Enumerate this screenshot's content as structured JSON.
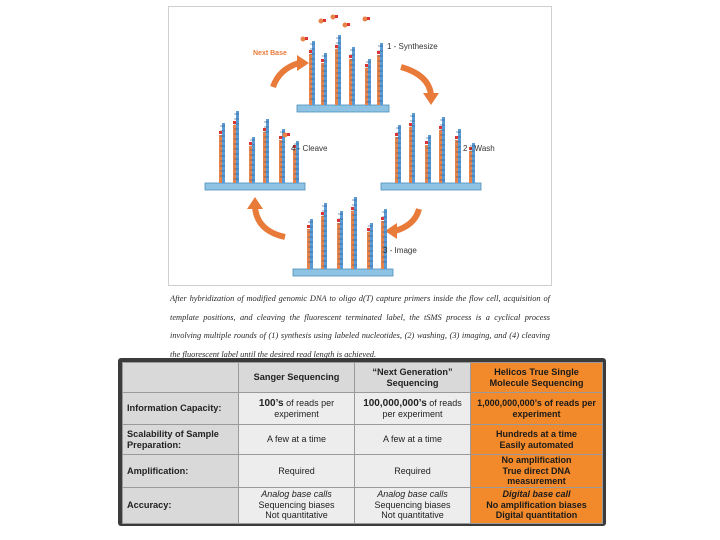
{
  "diagram": {
    "steps": {
      "synthesize": "1 - Synthesize",
      "wash": "2 - Wash",
      "image": "3 - Image",
      "cleave": "4 - Cleave"
    },
    "next_base": "Next Base",
    "colors": {
      "arrow": "#e87a3a",
      "strand_blue": "#5b9bd5",
      "strand_orange": "#e8834a",
      "flowcell": "#8fc3e3"
    }
  },
  "caption": "After hybridization of modified genomic DNA to oligo d(T) capture primers inside the flow cell, acquisition of template positions, and cleaving the fluorescent terminated label, the tSMS process is a cyclical process involving multiple rounds of (1) synthesis using labeled nucleotides, (2) washing, (3) imaging, and (4) cleaving the fluorescent label until the desired read length is achieved.",
  "table": {
    "headers": [
      "Sanger Sequencing",
      "“Next Generation” Sequencing",
      "Helicos True Single Molecule Sequencing"
    ],
    "rows": [
      {
        "label": "Information Capacity:",
        "sanger": {
          "strong": "100’s",
          "rest": " of reads per experiment"
        },
        "nextgen": {
          "strong": "100,000,000’s",
          "rest": " of reads per experiment"
        },
        "helicos": "1,000,000,000’s of reads per experiment"
      },
      {
        "label": "Scalability of Sample Preparation:",
        "sanger": "A few at a time",
        "nextgen": "A few at a time",
        "helicos": [
          "Hundreds at a time",
          "Easily automated"
        ]
      },
      {
        "label": "Amplification:",
        "sanger": "Required",
        "nextgen": "Required",
        "helicos": [
          "No amplification",
          "True direct DNA measurement"
        ]
      },
      {
        "label": "Accuracy:",
        "sanger": [
          "Analog base calls",
          "Sequencing biases",
          "Not quantitative"
        ],
        "nextgen": [
          "Analog base calls",
          "Sequencing biases",
          "Not quantitative"
        ],
        "helicos": [
          "Digital base call",
          "No amplification biases",
          "Digital quantitation"
        ]
      }
    ]
  }
}
